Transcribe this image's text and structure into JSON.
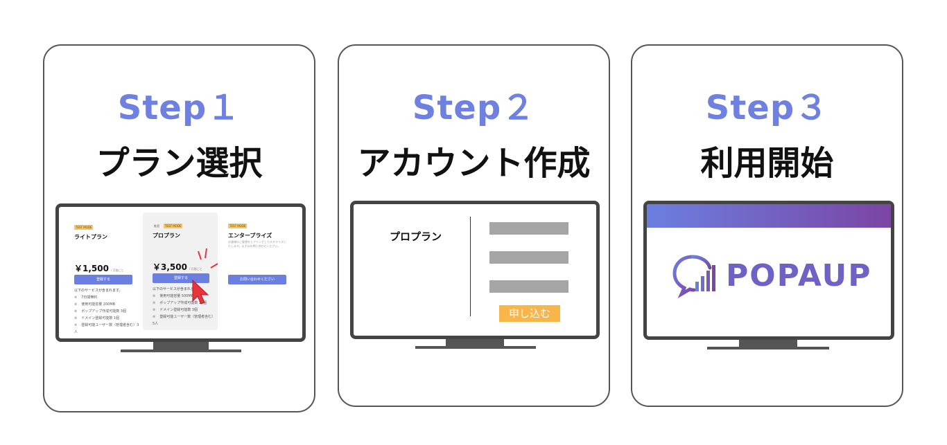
{
  "steps": [
    {
      "step_label": "Step１",
      "title": "プラン選択"
    },
    {
      "step_label": "Step２",
      "title": "アカウント作成"
    },
    {
      "step_label": "Step３",
      "title": "利用開始"
    }
  ],
  "plans": {
    "badge": "TEST MODE",
    "recommended": "推奨",
    "lite": {
      "name": "ライトプラン",
      "price": "￥1,500",
      "unit": "/ 月間ごと",
      "button": "登録する",
      "features_heading": "以下のサービスが含まれます。",
      "features": [
        "7日間無料",
        "使用可能容量 200MB",
        "ポップアップ作成可能数 3個",
        "ドメイン登録可能数 1個",
        "登録可能ユーザー数（管理者含む）3人"
      ]
    },
    "pro": {
      "name": "プロプラン",
      "price": "￥3,500",
      "unit": "/ 月間ごと",
      "button": "登録する",
      "features_heading": "以下のサービスが含まれます",
      "features": [
        "使用可能容量 500MB",
        "ポップアップ作成可能数 10個",
        "ドメイン登録可能数 3個",
        "登録可能ユーザー数（管理者含む）5人"
      ]
    },
    "enterprise": {
      "name": "エンタープライズ",
      "description": "お客様のご要望をヒアリングしカスタマイズいたします。まずはお問い合わせください。",
      "button": "お問い合わせください"
    }
  },
  "account": {
    "plan_name": "プロプラン",
    "apply_button": "申し込む"
  },
  "logo": {
    "name": "POPAUP"
  },
  "colors": {
    "accent": "#6e80e0",
    "apply": "#f8b64a",
    "gradient_start": "#6b7fe0",
    "gradient_end": "#7b45a4",
    "cursor": "#e8343a"
  }
}
